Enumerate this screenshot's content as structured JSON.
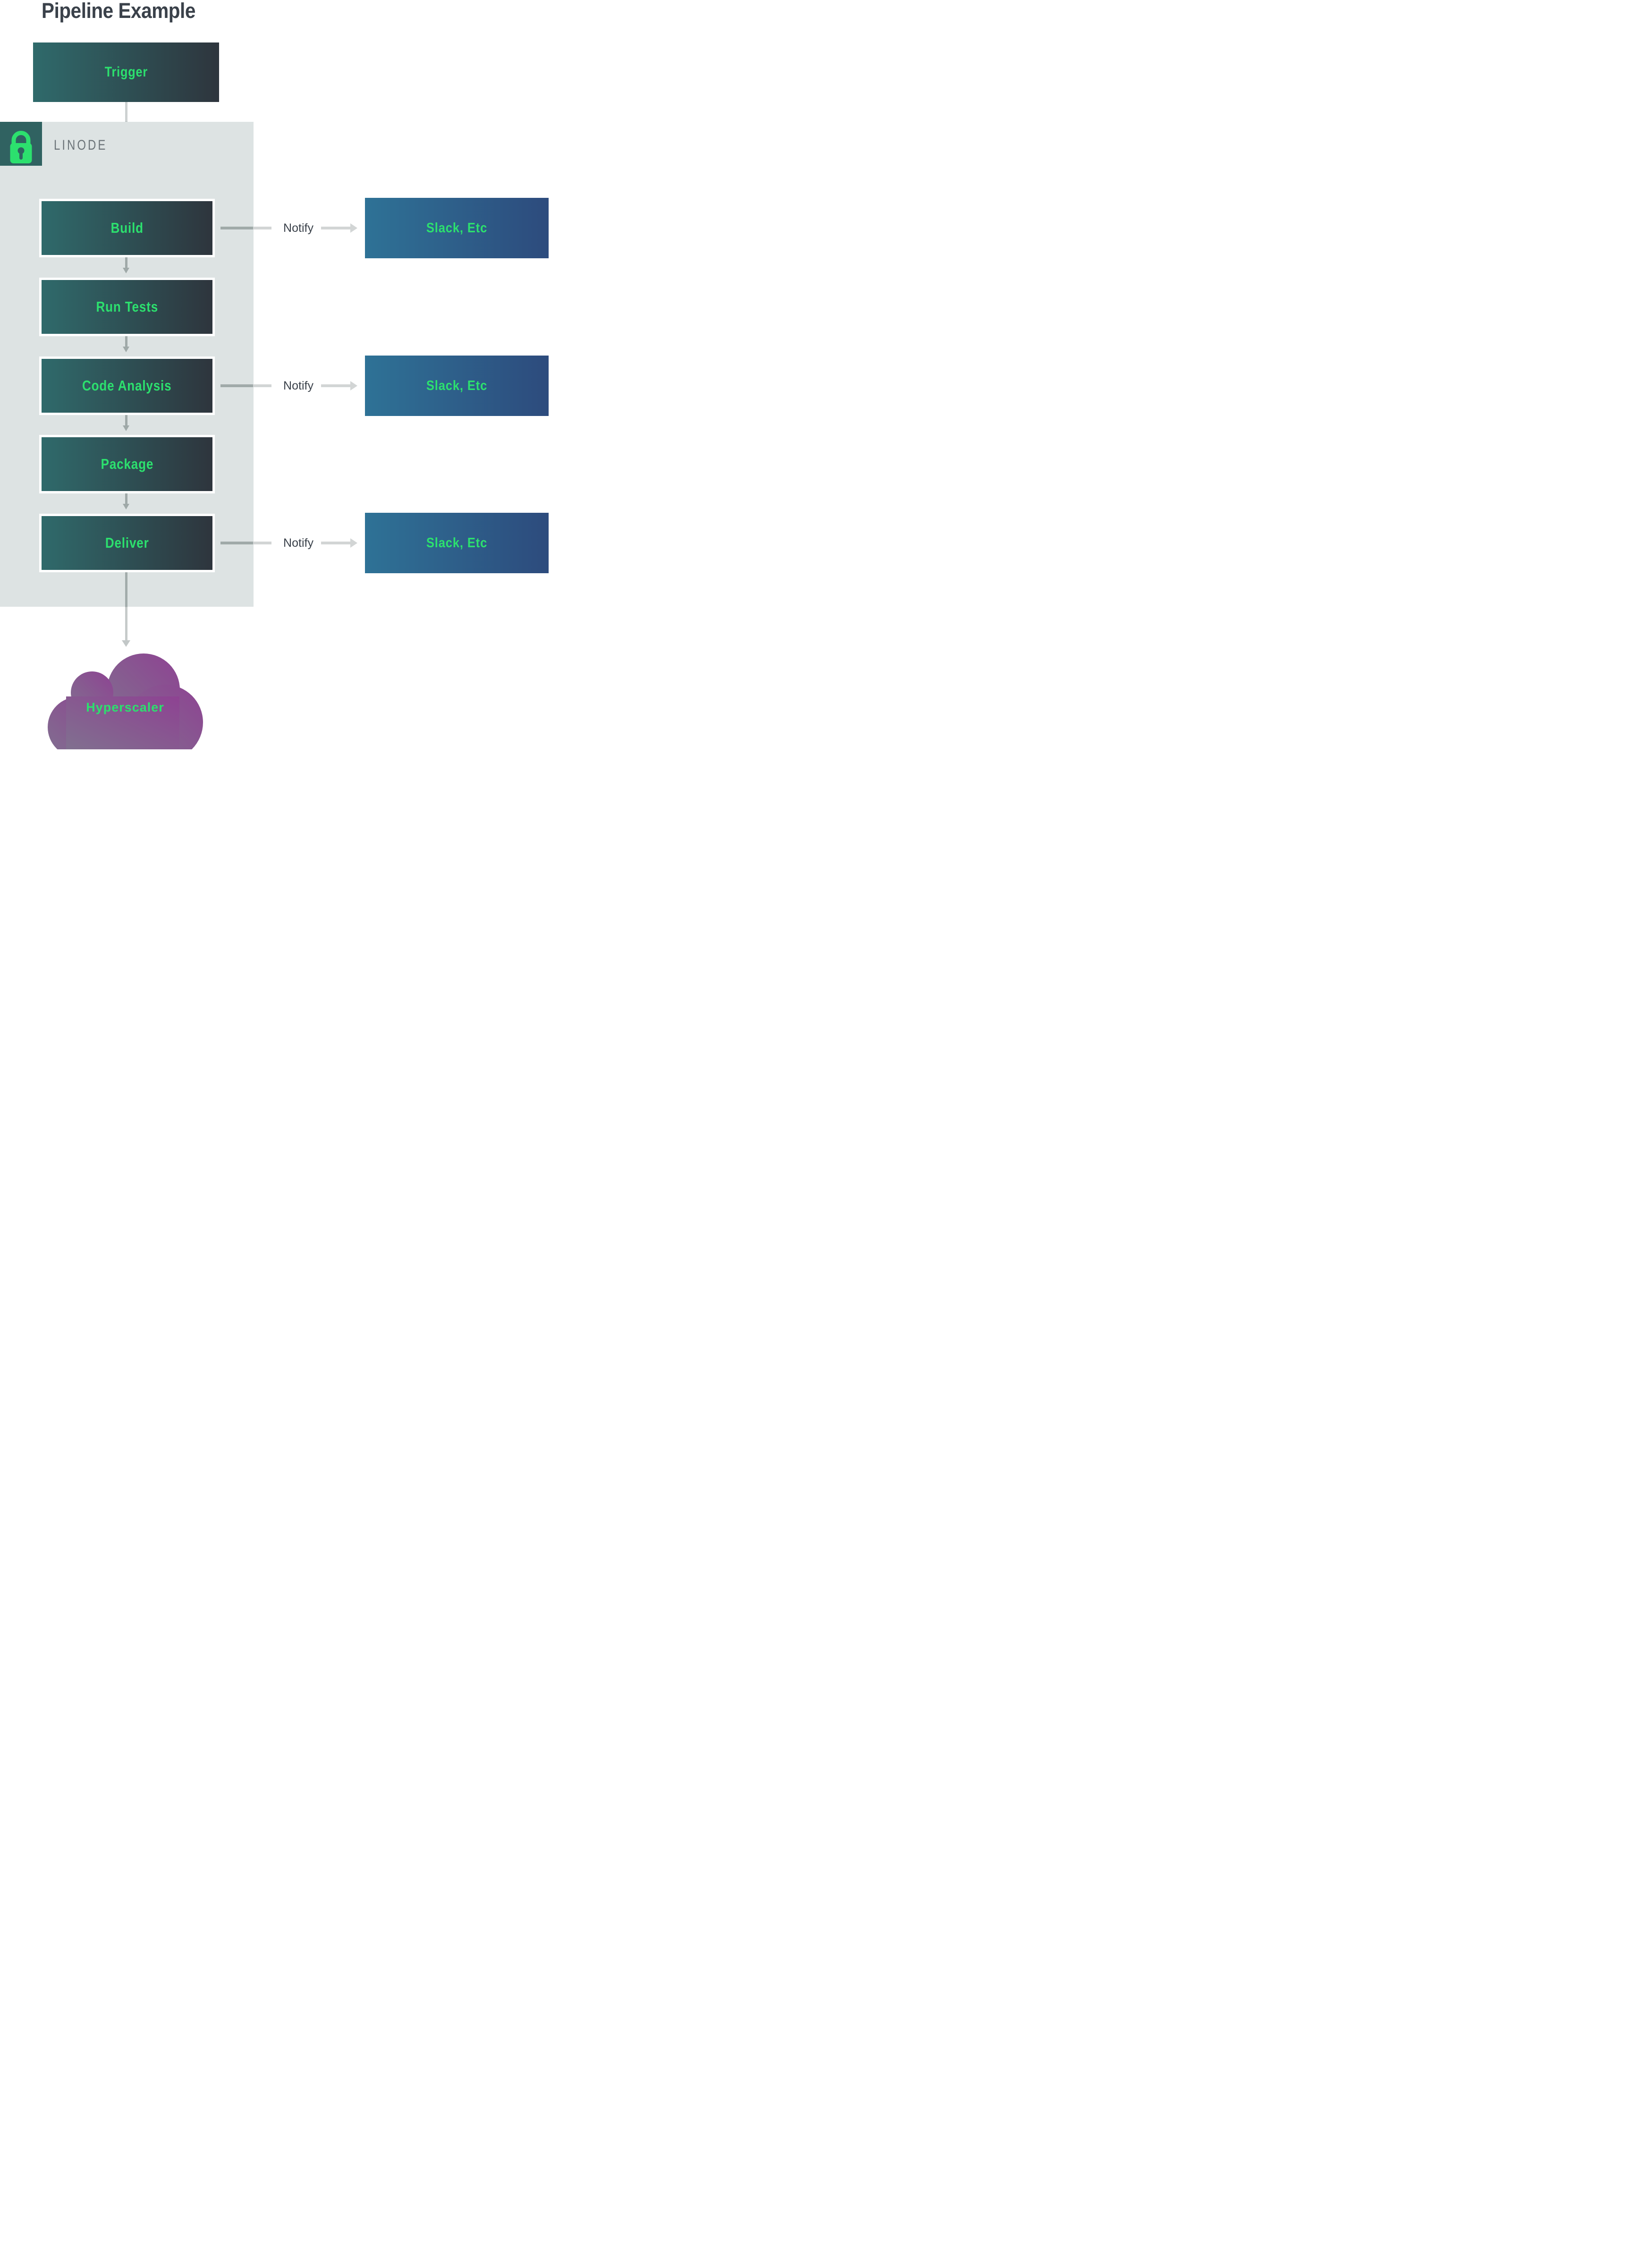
{
  "title": "Pipeline Example",
  "provider": {
    "name": "LINODE"
  },
  "trigger": {
    "label": "Trigger"
  },
  "stages": [
    {
      "label": "Build"
    },
    {
      "label": "Run Tests"
    },
    {
      "label": "Code Analysis"
    },
    {
      "label": "Package"
    },
    {
      "label": "Deliver"
    }
  ],
  "notify": {
    "label": "Notify"
  },
  "destination": {
    "label": "Slack, Etc"
  },
  "cloud": {
    "label": "Hyperscaler"
  },
  "icons": {
    "lock": "lock-icon",
    "arrow_down": "arrow-down-icon",
    "arrow_right": "arrow-right-icon"
  },
  "colors": {
    "accent_green": "#2ce06e",
    "stage_gradient_start": "#2f6a6b",
    "stage_gradient_end": "#2e353d",
    "slack_gradient_start": "#2e7296",
    "slack_gradient_end": "#2d4b7d",
    "cloud_gradient_start": "#80708f",
    "cloud_gradient_end": "#8e4292",
    "container_bg": "#dde3e3",
    "lock_square_bg": "#306261",
    "heading_text": "#3a414a",
    "linode_text": "#6b7378"
  }
}
